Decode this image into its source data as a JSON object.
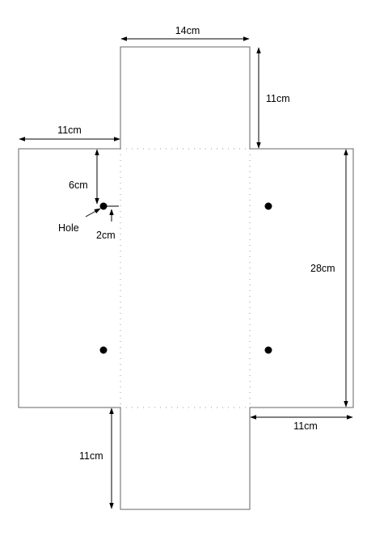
{
  "labels": {
    "top_flap_width": "14cm",
    "top_flap_height": "11cm",
    "left_flap_width": "11cm",
    "hole_offset_top": "6cm",
    "hole_label": "Hole",
    "hole_offset_side": "2cm",
    "overall_height": "28cm",
    "right_flap_width": "11cm",
    "bottom_flap_height": "11cm"
  },
  "icons": {
    "hole_marker": "filled-circle-icon"
  },
  "colors": {
    "outline": "#666666",
    "fold_line": "#999999",
    "dimension": "#000000"
  }
}
